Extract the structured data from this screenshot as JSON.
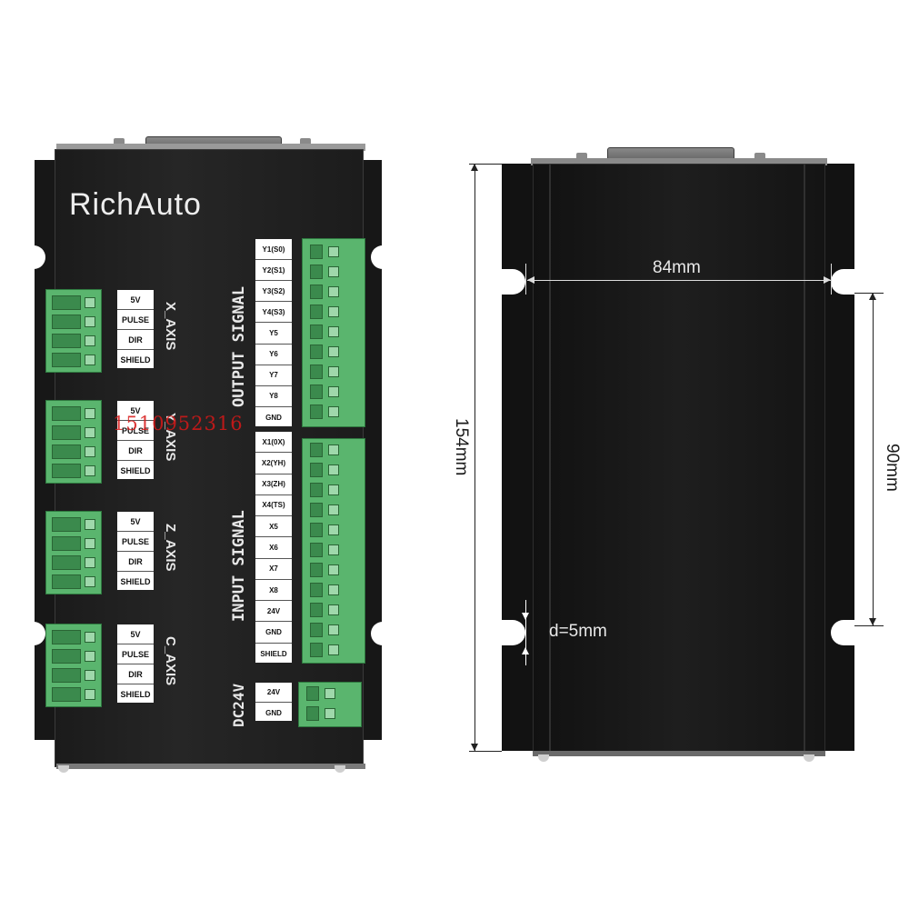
{
  "front": {
    "brand": "RichAuto",
    "axes": [
      {
        "label": "X_AXIS",
        "pins": [
          "5V",
          "PULSE",
          "DIR",
          "SHIELD"
        ]
      },
      {
        "label": "Y_AXIS",
        "pins": [
          "5V",
          "PULSE",
          "DIR",
          "SHIELD"
        ]
      },
      {
        "label": "Z_AXIS",
        "pins": [
          "5V",
          "PULSE",
          "DIR",
          "SHIELD"
        ]
      },
      {
        "label": "C_AXIS",
        "pins": [
          "5V",
          "PULSE",
          "DIR",
          "SHIELD"
        ]
      }
    ],
    "output_signal": {
      "label": "OUTPUT SIGNAL",
      "pins": [
        "Y1(S0)",
        "Y2(S1)",
        "Y3(S2)",
        "Y4(S3)",
        "Y5",
        "Y6",
        "Y7",
        "Y8",
        "GND"
      ]
    },
    "input_signal": {
      "label": "INPUT SIGNAL",
      "pins": [
        "X1(0X)",
        "X2(YH)",
        "X3(ZH)",
        "X4(TS)",
        "X5",
        "X6",
        "X7",
        "X8",
        "24V",
        "GND",
        "SHIELD"
      ]
    },
    "power": {
      "label": "DC24V",
      "pins": [
        "24V",
        "GND"
      ]
    },
    "watermark": "1510952316"
  },
  "back": {
    "width_dim": "84mm",
    "height_dim": "154mm",
    "hole_spacing_dim": "90mm",
    "hole_diameter_dim": "d=5mm"
  },
  "colors": {
    "terminal_green": "#5ab56e",
    "housing_black": "#1c1c1c",
    "watermark_red": "#d81818"
  }
}
